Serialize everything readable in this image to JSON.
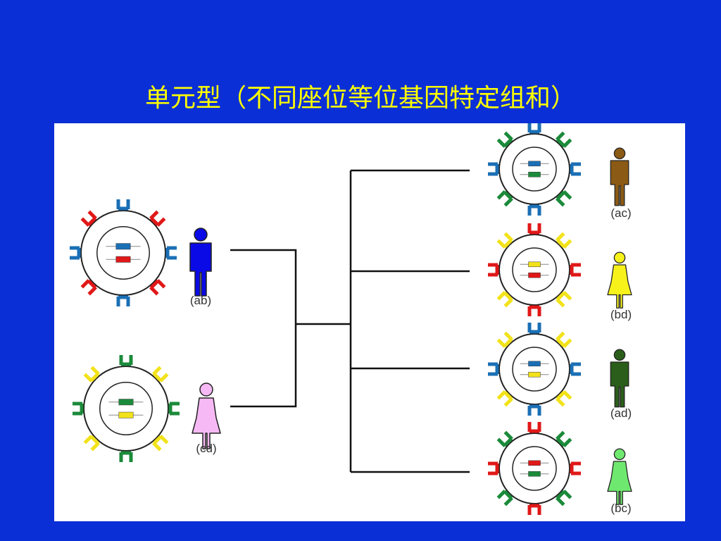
{
  "slide": {
    "title": "单元型（不同座位等位基因特定组和）"
  },
  "parents": [
    {
      "label": "(ab)",
      "figure": "male",
      "figure_color": "#0a0ae6",
      "gene_top": "#1a6fb5",
      "gene_bottom": "#e01818",
      "antigen_1": "#1a6fb5",
      "antigen_2": "#e01818"
    },
    {
      "label": "(cd)",
      "figure": "female",
      "figure_color": "#f7b9f5",
      "gene_top": "#1b8a3a",
      "gene_bottom": "#f2e21a",
      "antigen_1": "#1b8a3a",
      "antigen_2": "#f2e21a"
    }
  ],
  "children": [
    {
      "label": "(ac)",
      "figure": "male",
      "figure_color": "#8b5a14",
      "gene_top": "#1a6fb5",
      "gene_bottom": "#1b8a3a",
      "antigen_1": "#1a6fb5",
      "antigen_2": "#1b8a3a"
    },
    {
      "label": "(bd)",
      "figure": "female",
      "figure_color": "#f7f21a",
      "gene_top": "#f2e21a",
      "gene_bottom": "#e01818",
      "antigen_1": "#e01818",
      "antigen_2": "#f2e21a"
    },
    {
      "label": "(ad)",
      "figure": "male",
      "figure_color": "#2b5e1a",
      "gene_top": "#1a6fb5",
      "gene_bottom": "#f2e21a",
      "antigen_1": "#1a6fb5",
      "antigen_2": "#f2e21a"
    },
    {
      "label": "(bc)",
      "figure": "female",
      "figure_color": "#6fe86f",
      "gene_top": "#e01818",
      "gene_bottom": "#1b8a3a",
      "antigen_1": "#e01818",
      "antigen_2": "#1b8a3a"
    }
  ]
}
